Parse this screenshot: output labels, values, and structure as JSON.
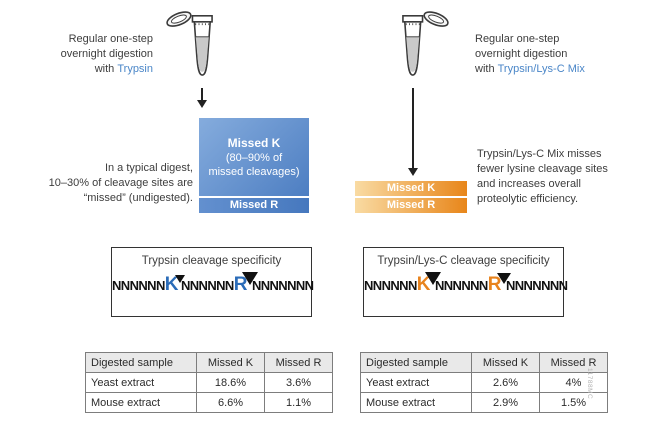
{
  "colors": {
    "accent_blue": "#4a86c8",
    "box_blue_light": "#85acdd",
    "box_blue_dark": "#4d7ec2",
    "bar_orange_light": "#f9dba3",
    "bar_orange_dark": "#e8861a",
    "seq_k_r_blue": "#2b6cb8",
    "seq_k_r_orange": "#e8831d"
  },
  "panels": {
    "left": {
      "intro": {
        "line1": "Regular one-step",
        "line2": "overnight digestion",
        "with": "with",
        "enzyme": "Trypsin"
      },
      "box": {
        "k_title": "Missed K",
        "k_sub1": "(80–90% of",
        "k_sub2": "missed cleavages)",
        "r_label": "Missed R"
      },
      "note": {
        "line1": "In a typical digest,",
        "line2": "10–30% of cleavage sites are",
        "line3": "“missed” (undigested)."
      },
      "spec": {
        "title": "Trypsin cleavage specificity",
        "n1": "NNNNNN",
        "k": "K",
        "n2": "NNNNNN",
        "r": "R",
        "n3": "NNNNNNN"
      },
      "table": {
        "headers": [
          "Digested sample",
          "Missed K",
          "Missed R"
        ],
        "rows": [
          [
            "Yeast extract",
            "18.6%",
            "3.6%"
          ],
          [
            "Mouse extract",
            "6.6%",
            "1.1%"
          ]
        ]
      }
    },
    "right": {
      "intro": {
        "line1": "Regular one-step",
        "line2": "overnight digestion",
        "with": "with",
        "enzyme": "Trypsin/Lys-C Mix"
      },
      "bars": {
        "k_label": "Missed K",
        "r_label": "Missed R"
      },
      "note": {
        "line1": "Trypsin/Lys-C Mix misses",
        "line2": "fewer lysine cleavage sites",
        "line3": "and increases overall",
        "line4": "proteolytic efficiency."
      },
      "spec": {
        "title": "Trypsin/Lys-C cleavage specificity",
        "n1": "NNNNNN",
        "k": "K",
        "n2": "NNNNNN",
        "r": "R",
        "n3": "NNNNNNN"
      },
      "table": {
        "headers": [
          "Digested sample",
          "Missed K",
          "Missed R"
        ],
        "rows": [
          [
            "Yeast extract",
            "2.6%",
            "4%"
          ],
          [
            "Mouse extract",
            "2.9%",
            "1.5%"
          ]
        ]
      }
    }
  },
  "watermark": "11788MC"
}
